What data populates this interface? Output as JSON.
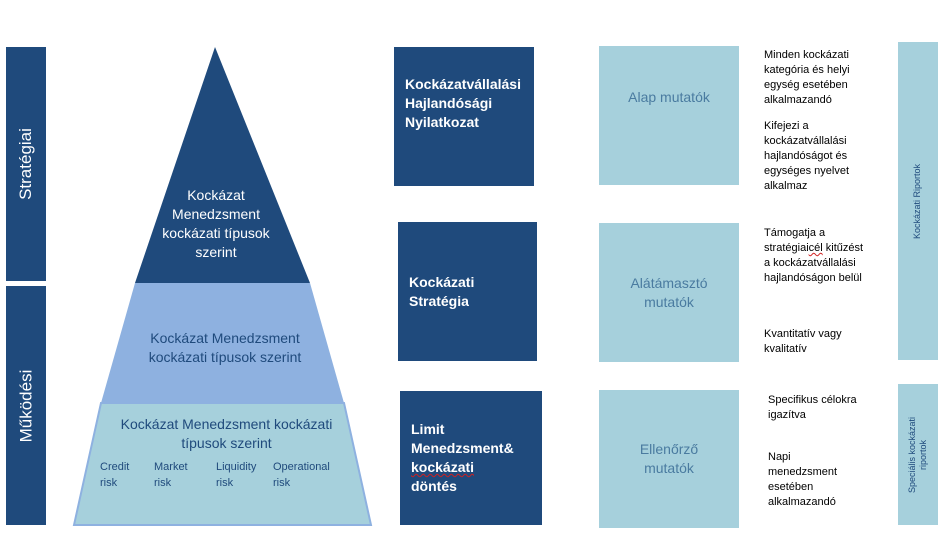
{
  "left_bars": {
    "strategic": "Stratégiai",
    "operational": "Működési"
  },
  "pyramid": {
    "top_text": "Kockázat Menedzsment kockázati típusok szerint",
    "mid_text": "Kockázat Menedzsment kockázati típusok szerint",
    "bottom_text": "Kockázat Menedzsment kockázati típusok szerint",
    "risks": [
      {
        "line1": "Credit",
        "line2": "risk"
      },
      {
        "line1": "Market",
        "line2": "risk"
      },
      {
        "line1": "Liquidity",
        "line2": "risk"
      },
      {
        "line1": "Operational",
        "line2": "risk"
      }
    ],
    "colors": {
      "top": "#1f4a7c",
      "mid": "#8eb1e0",
      "bottom": "#a6d0dc"
    }
  },
  "dark_boxes": [
    {
      "line1": "Kockázatvállalási",
      "line2": "Hajlandósági",
      "line3": "Nyilatkozat"
    },
    {
      "line1": "Kockázati",
      "line2": "Stratégia"
    },
    {
      "line1": "Limit",
      "line2": "Menedzsment&",
      "line3": "kockázati",
      "line4": "döntés"
    }
  ],
  "indicator_boxes": [
    {
      "line1": "Alap mutatók"
    },
    {
      "line1": "Alátámasztó",
      "line2": "mutatók"
    },
    {
      "line1": "Ellenőrző",
      "line2": "mutatók"
    }
  ],
  "notes": {
    "n1": "Minden kockázati kategória és helyi egység esetében alkalmazandó",
    "n2": "Kifejezi a kockázatvállalási hajlandóságot és egységes nyelvet alkalmaz",
    "n3_part1": "Támogatja a stratégiai",
    "n3_wavy": "cél",
    "n3_part2": " kitűzést a kockázatvállalási hajlandóságon belül",
    "n4": "Kvantitatív vagy kvalitatív",
    "n5": "Specifikus célokra igazítva",
    "n6": "Napi menedzsment esetében alkalmazandó"
  },
  "right_bars": {
    "top": "Kockázati Riportok",
    "bottom_line1": "Speciális kockázati",
    "bottom_line2": "riportok"
  },
  "colors": {
    "dark": "#1f4a7c",
    "light": "#a6d0dc"
  }
}
